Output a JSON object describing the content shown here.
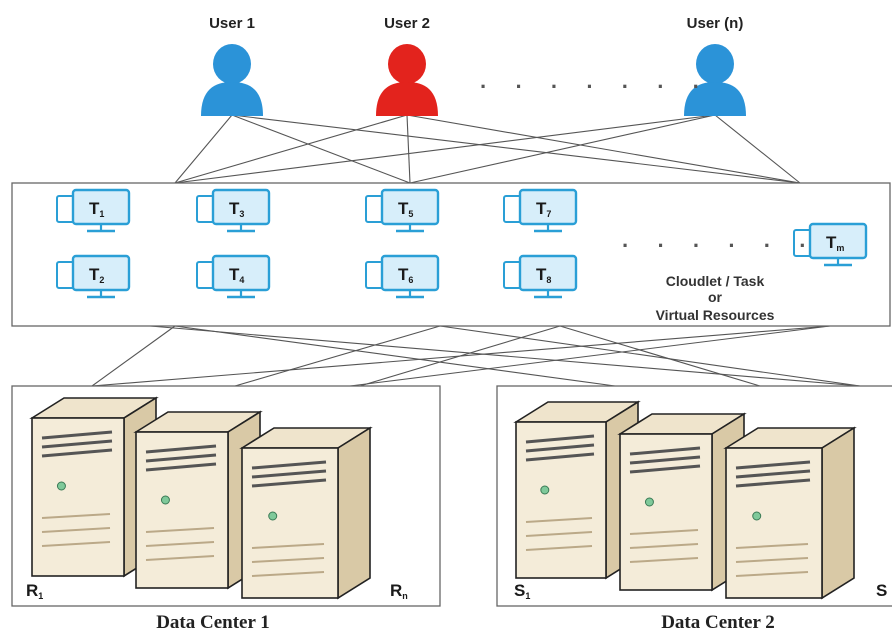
{
  "users": [
    {
      "label": "User 1",
      "color": "#2b93d8"
    },
    {
      "label": "User 2",
      "color": "#e3231d"
    },
    {
      "label": "User (n)",
      "color": "#2b93d8"
    }
  ],
  "user_ellipsis": "· · · · · · ·",
  "tasks": [
    {
      "main": "T",
      "sub": "1"
    },
    {
      "main": "T",
      "sub": "2"
    },
    {
      "main": "T",
      "sub": "3"
    },
    {
      "main": "T",
      "sub": "4"
    },
    {
      "main": "T",
      "sub": "5"
    },
    {
      "main": "T",
      "sub": "6"
    },
    {
      "main": "T",
      "sub": "7"
    },
    {
      "main": "T",
      "sub": "8"
    },
    {
      "main": "T",
      "sub": "m"
    }
  ],
  "task_ellipsis": "· · · · · ·",
  "cloudlet_caption": [
    "Cloudlet / Task",
    "or",
    "Virtual Resources"
  ],
  "data_centers": [
    {
      "label": "Data Center 1",
      "first": {
        "main": "R",
        "sub": "1"
      },
      "last": {
        "main": "R",
        "sub": "n"
      }
    },
    {
      "label": "Data Center 2",
      "first": {
        "main": "S",
        "sub": "1"
      },
      "last": {
        "main": "S",
        "sub": ""
      }
    }
  ],
  "colors": {
    "monitor": "#2a9fd6",
    "monitor_fill": "#d7eefa",
    "server_front": "#f4ecd9",
    "server_side": "#d9c9a6",
    "line": "#555555"
  }
}
